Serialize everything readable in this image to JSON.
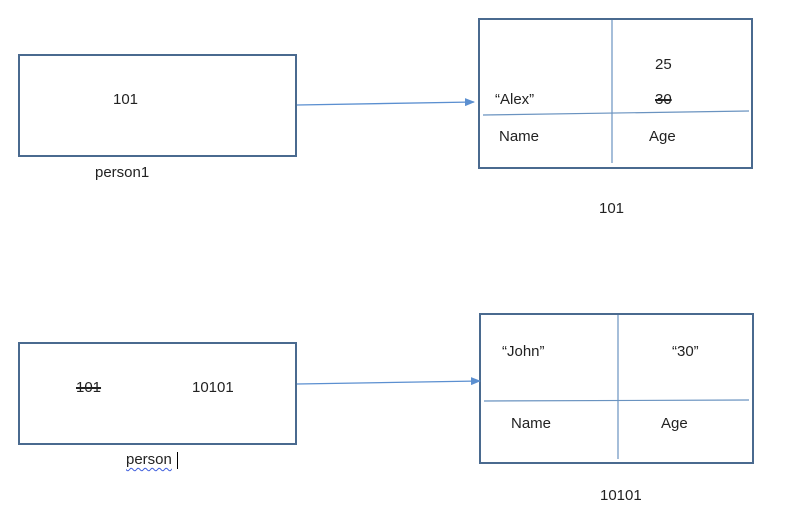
{
  "diagram": {
    "top": {
      "reference_box": {
        "value": "101",
        "label": "person1"
      },
      "object_box": {
        "name_value": "“Alex”",
        "age_new_value": "25",
        "age_old_value": "30",
        "name_label": "Name",
        "age_label": "Age",
        "address": "101"
      }
    },
    "bottom": {
      "reference_box": {
        "old_value": "101",
        "value": "10101",
        "label": "person"
      },
      "object_box": {
        "name_value": "“John”",
        "age_value": "“30”",
        "name_label": "Name",
        "age_label": "Age",
        "address": "10101"
      }
    }
  },
  "colors": {
    "box_border": "#4a6a8f",
    "arrow": "#5b8fd0",
    "divider": "#6a93c0"
  }
}
